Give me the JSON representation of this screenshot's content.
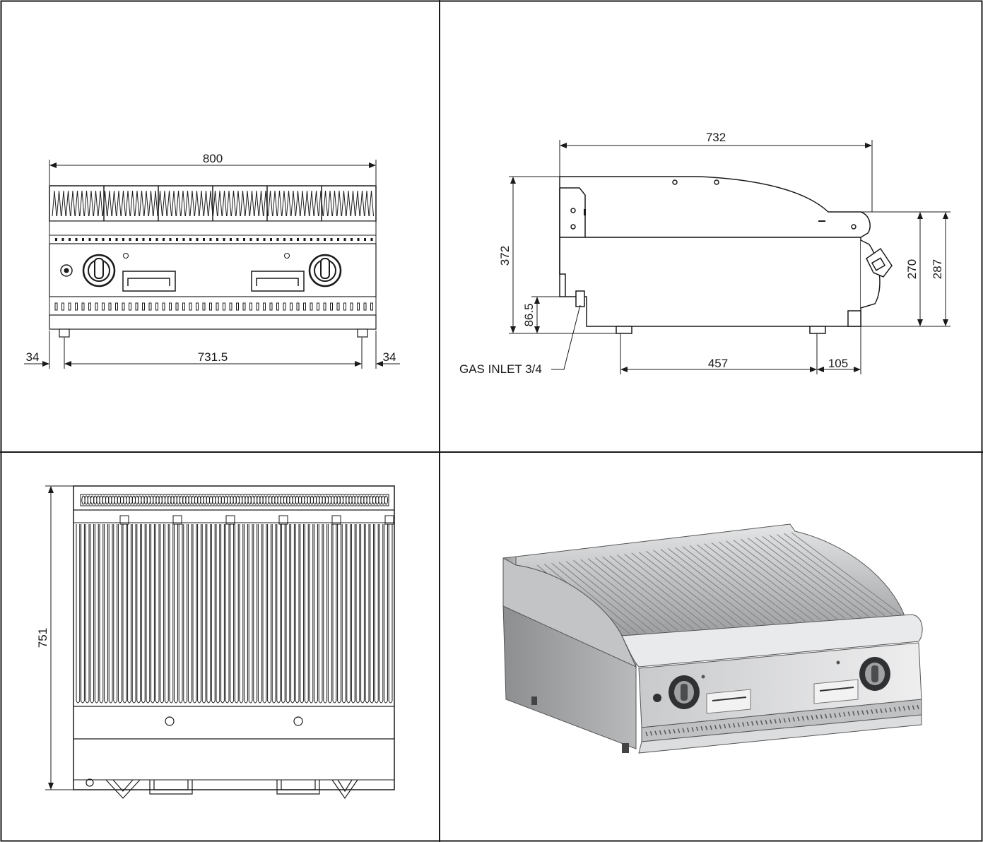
{
  "front_view": {
    "overall_width": "800",
    "foot_span": "731.5",
    "left_offset": "34",
    "right_offset": "34"
  },
  "side_view": {
    "depth": "732",
    "height_total": "372",
    "height_inlet": "86.5",
    "height_270": "270",
    "height_287": "287",
    "feet_span": "457",
    "rear_offset": "105",
    "gas_inlet_label": "GAS INLET 3/4"
  },
  "top_view": {
    "depth": "751"
  },
  "colors": {
    "ink": "#1a1a1a",
    "steel_light": "#d9dadb",
    "steel_mid": "#a9abad",
    "steel_dark": "#6f7173"
  }
}
